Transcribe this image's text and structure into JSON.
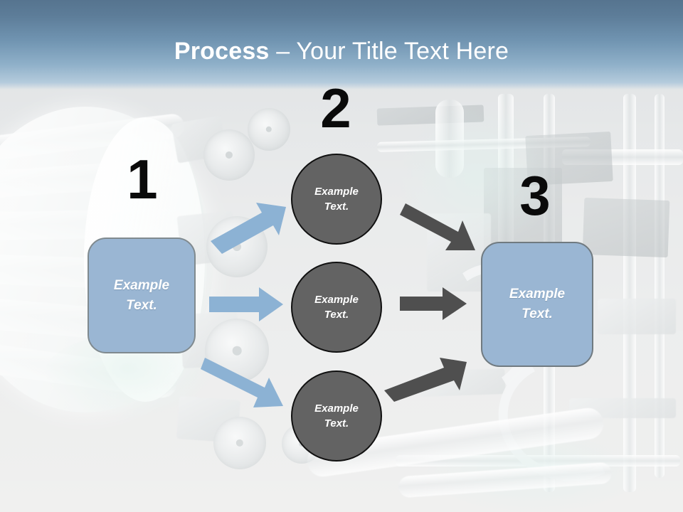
{
  "slide": {
    "title_bold": "Process",
    "title_rest": " – Your Title Text Here",
    "background_description": "industrial-machinery-photo"
  },
  "theme": {
    "header_gradient_top": "#56748f",
    "header_gradient_bottom": "#b4cbdc",
    "title_color": "#ffffff",
    "box_fill": "#9ab6d3",
    "box_border": "#808a8f",
    "circle_fill": "#636363",
    "circle_border": "#101010",
    "blue_arrow": "#8cb2d4",
    "gray_arrow": "#4f4f4f",
    "step_number_color": "#0a0a0a"
  },
  "steps": [
    {
      "number": "1",
      "label_line1": "Example",
      "label_line2": "Text."
    },
    {
      "number": "2",
      "label_line1": "Example",
      "label_line2": "Text."
    },
    {
      "number": "3",
      "label_line1": "Example",
      "label_line2": "Text."
    }
  ],
  "stage1": {
    "number": "1",
    "box": {
      "line1": "Example",
      "line2": "Text."
    }
  },
  "stage2": {
    "number": "2",
    "circles": [
      {
        "line1": "Example",
        "line2": "Text."
      },
      {
        "line1": "Example",
        "line2": "Text."
      },
      {
        "line1": "Example",
        "line2": "Text."
      }
    ]
  },
  "stage3": {
    "number": "3",
    "box": {
      "line1": "Example",
      "line2": "Text."
    }
  },
  "connectors": {
    "blue": [
      {
        "name": "arrow-up-right",
        "direction": "up-right"
      },
      {
        "name": "arrow-right",
        "direction": "right"
      },
      {
        "name": "arrow-down-right",
        "direction": "down-right"
      }
    ],
    "gray": [
      {
        "name": "arrow-down-right",
        "direction": "down-right"
      },
      {
        "name": "arrow-right",
        "direction": "right"
      },
      {
        "name": "arrow-up-right",
        "direction": "up-right"
      }
    ]
  }
}
